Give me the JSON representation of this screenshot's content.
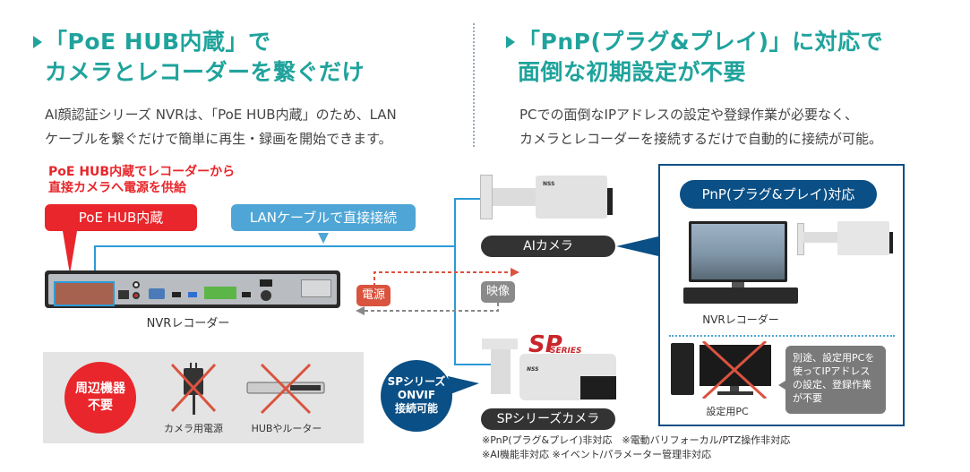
{
  "left_section": {
    "heading_line1": "「PoE HUB内蔵」で",
    "heading_line2": "カメラとレコーダーを繋ぐだけ",
    "body_line1": "AI顔認証シリーズ NVRは、「PoE HUB内蔵」のため、LAN",
    "body_line2": "ケーブルを繋ぐだけで簡単に再生・録画を開始できます。"
  },
  "right_section": {
    "heading_line1": "「PnP(プラグ&プレイ)」に対応で",
    "heading_line2": "面倒な初期設定が不要",
    "body_line1": "PCでの面倒なIPアドレスの設定や登録作業が必要なく、",
    "body_line2": "カメラとレコーダーを接続するだけで自動的に接続が可能。"
  },
  "diagram": {
    "poe_note_line1": "PoE HUB内蔵でレコーダーから",
    "poe_note_line2": "直接カメラへ電源を供給",
    "poe_label": "PoE HUB内蔵",
    "lan_label": "LANケーブルで直接接続",
    "nvr_caption": "NVRレコーダー",
    "power_tag": "電源",
    "video_tag": "映像",
    "ai_camera_label": "AIカメラ",
    "sp_camera_label": "SPシリーズカメラ",
    "sp_logo_main": "SP",
    "sp_logo_sub": "SERIES",
    "sp_bubble_line1": "SPシリーズ",
    "sp_bubble_line2": "ONVIF",
    "sp_bubble_line3": "接続可能",
    "camera_brand": "NSS",
    "notes_line1": "※PnP(プラグ&プレイ)非対応　※電動バリフォーカル/PTZ操作非対応",
    "notes_line2": "※AI機能非対応 ※イベント/パラメーター管理非対応"
  },
  "peripherals": {
    "badge_line1": "周辺機器",
    "badge_line2": "不要",
    "item1": "カメラ用電源",
    "item2": "HUBやルーター"
  },
  "pnp_box": {
    "title": "PnP(プラグ&プレイ)対応",
    "nvr_caption": "NVRレコーダー",
    "pc_caption": "設定用PC",
    "pc_note_line1": "別途、設定用PCを",
    "pc_note_line2": "使ってIPアドレス",
    "pc_note_line3": "の設定、登録作業",
    "pc_note_line4": "が不要"
  },
  "colors": {
    "heading_teal": "#1fa39c",
    "poe_red": "#e8262b",
    "lan_blue": "#4fa6d6",
    "pnp_navy": "#0a4f85",
    "power_tag": "#d9533f",
    "video_tag": "#8a8a8a"
  }
}
